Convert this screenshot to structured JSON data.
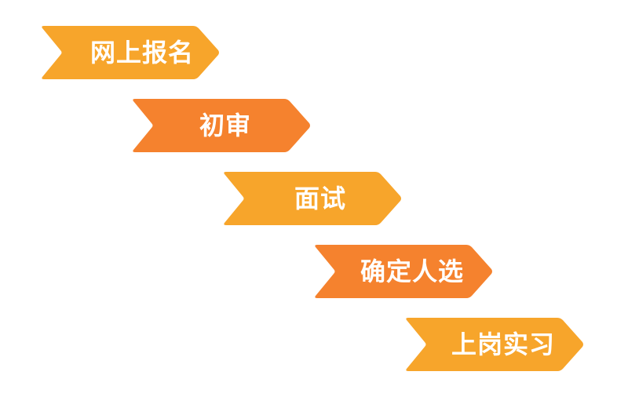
{
  "steps": [
    {
      "label": "网上报名",
      "color": "#F7A52B"
    },
    {
      "label": "初审",
      "color": "#F5822E"
    },
    {
      "label": "面试",
      "color": "#F7A52B"
    },
    {
      "label": "确定人选",
      "color": "#F5822E"
    },
    {
      "label": "上岗实习",
      "color": "#F7A52B"
    }
  ]
}
